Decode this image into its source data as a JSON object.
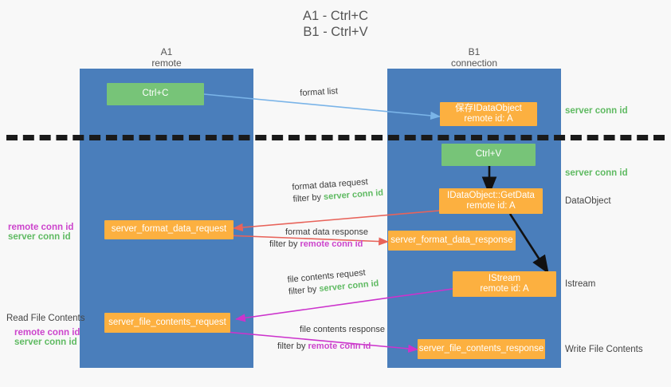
{
  "title": {
    "line1": "A1 - Ctrl+C",
    "line2": "B1 - Ctrl+V"
  },
  "columns": [
    {
      "name": "A1",
      "sub": "remote"
    },
    {
      "name": "B1",
      "sub": "connection"
    }
  ],
  "boxes": {
    "ctrl_c": {
      "label": "Ctrl+C"
    },
    "save_idataobject": {
      "line1": "保存IDataObject",
      "line2": "remote id: A"
    },
    "ctrl_v": {
      "label": "Ctrl+V"
    },
    "getdata": {
      "line1": "IDataObject::GetData",
      "line2": "remote id: A"
    },
    "format_data_request": {
      "label": "server_format_data_request"
    },
    "format_data_response": {
      "label": "server_format_data_response"
    },
    "istream": {
      "line1": "IStream",
      "line2": "remote id: A"
    },
    "file_contents_request": {
      "label": "server_file_contents_request"
    },
    "file_contents_response": {
      "label": "server_file_contents_response"
    }
  },
  "right_labels": {
    "server_conn_id_1": "server conn id",
    "server_conn_id_2": "server conn id",
    "dataobject": "DataObject",
    "istream": "Istream",
    "write_file_contents": "Write File Contents"
  },
  "left_labels": {
    "remote_conn_id_1": "remote conn id",
    "server_conn_id_1": "server conn id",
    "read_file_contents": "Read File Contents",
    "remote_conn_id_2": "remote conn id",
    "server_conn_id_2": "server conn id"
  },
  "edges": {
    "format_list": {
      "text": "format list"
    },
    "format_data_request": {
      "line1": "format data request",
      "line2_prefix": "filter by ",
      "line2_key": "server conn id"
    },
    "format_data_response": {
      "line1": "format data response",
      "line2_prefix": "filter by ",
      "line2_key": "remote conn id"
    },
    "file_contents_request": {
      "line1": "file contents request",
      "line2_prefix": "filter by ",
      "line2_key": "server conn id"
    },
    "file_contents_response": {
      "line1": "file contents response",
      "line2_prefix": "filter by ",
      "line2_key": "remote conn id"
    }
  },
  "colors": {
    "lane": "#4a7ebb",
    "green_box": "#77c478",
    "orange_box": "#fcb040",
    "green_text": "#5fba62",
    "magenta_text": "#cc44cc",
    "arrow_blue": "#7ab4e8",
    "arrow_red": "#e8635a",
    "arrow_magenta": "#cc33cc",
    "arrow_black": "#111111",
    "background": "#f8f8f8"
  }
}
